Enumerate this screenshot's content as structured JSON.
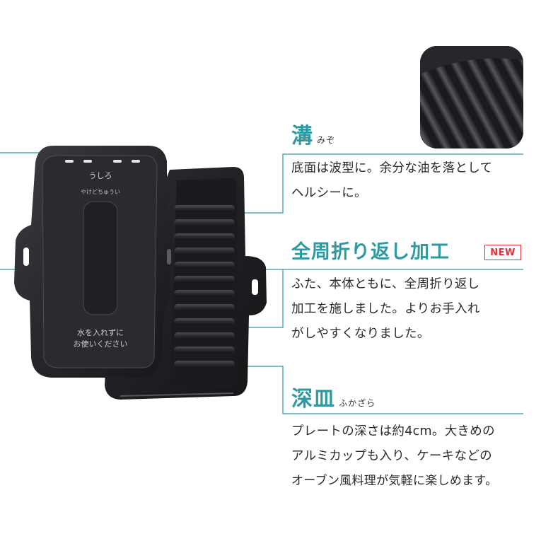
{
  "sections": [
    {
      "title": "溝",
      "ruby": "みぞ",
      "lines": [
        "底面は波型に。余分な油を落として",
        "ヘルシーに。"
      ]
    },
    {
      "title": "全周折り返し加工",
      "badge": "NEW",
      "lines": [
        "ふた、本体ともに、全周折り返し",
        "加工を施しました。よりお手入れ",
        "がしやすくなりました。"
      ]
    },
    {
      "title": "深皿",
      "ruby": "ふかざら",
      "lines": [
        "プレートの深さは約4cm。大きめの",
        "アルミカップも入り、ケーキなどの",
        "オーブン風料理が気軽に楽しめます。"
      ]
    }
  ],
  "lid_print": {
    "top": "うしろ",
    "warning": "やけどちゅうい",
    "bottom_line1": "水を入れずに",
    "bottom_line2": "お使いください"
  },
  "colors": {
    "accent": "#2d9aa1",
    "badge": "#e0303a",
    "product": "#1d1e21"
  }
}
